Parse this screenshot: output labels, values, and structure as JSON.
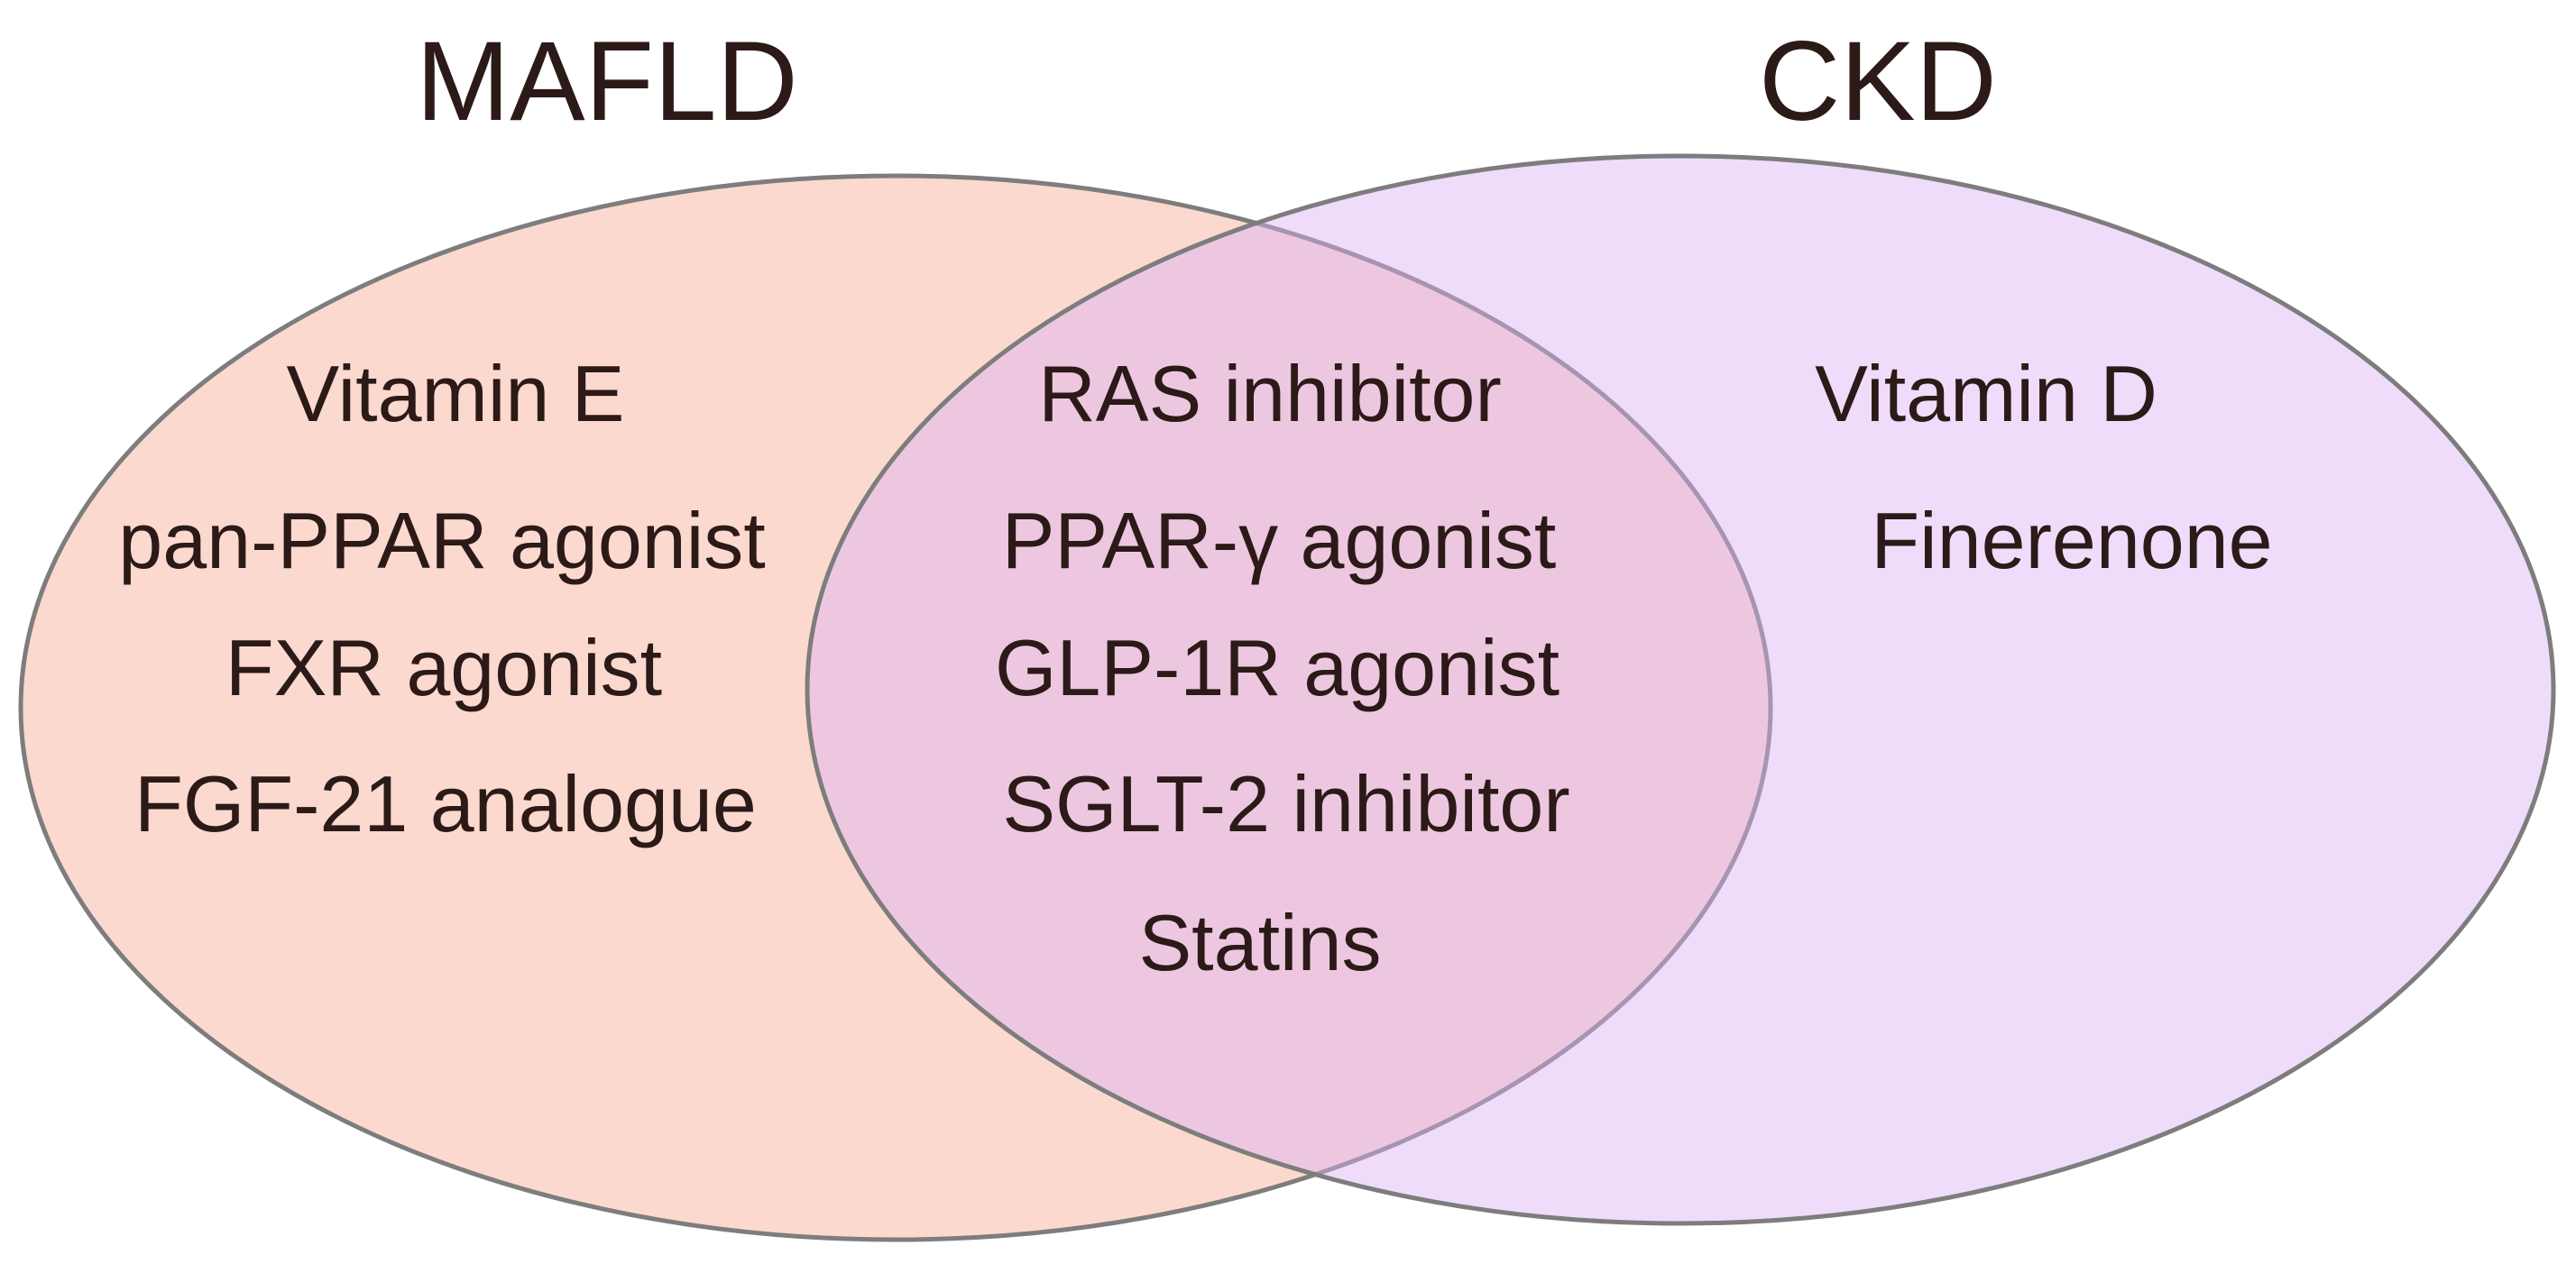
{
  "sets": {
    "left": {
      "title": "MAFLD",
      "fill": "#fcd9cf",
      "items": [
        "Vitamin E",
        "pan-PPAR agonist",
        "FXR agonist",
        "FGF-21 analogue"
      ]
    },
    "right": {
      "title": "CKD",
      "fill": "#e9c9f5",
      "items": [
        "Vitamin D",
        "Finerenone"
      ]
    },
    "overlap": {
      "items": [
        "RAS inhibitor",
        "PPAR-γ agonist",
        "GLP-1R agonist",
        "SGLT-2 inhibitor",
        "Statins"
      ]
    }
  },
  "colors": {
    "outline": "#7d7d7d",
    "text": "#2b1a17"
  }
}
